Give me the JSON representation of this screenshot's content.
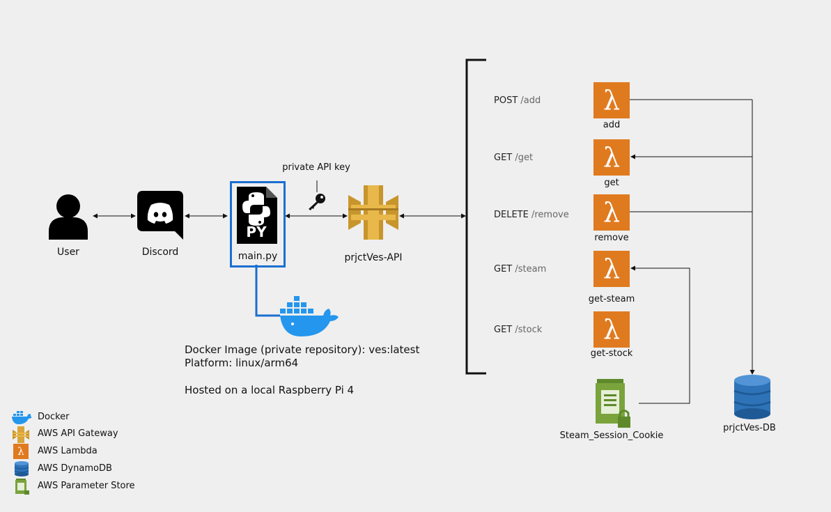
{
  "nodes": {
    "user": "User",
    "discord": "Discord",
    "main": "main.py",
    "api": "prjctVes-API",
    "api_key": "private API key",
    "cookie": "Steam_Session_Cookie",
    "db": "prjctVes-DB"
  },
  "routes": [
    {
      "method": "POST",
      "path": "/add",
      "lambda": "add"
    },
    {
      "method": "GET",
      "path": "/get",
      "lambda": "get"
    },
    {
      "method": "DELETE",
      "path": "/remove",
      "lambda": "remove"
    },
    {
      "method": "GET",
      "path": "/steam",
      "lambda": "get-steam"
    },
    {
      "method": "GET",
      "path": "/stock",
      "lambda": "get-stock"
    }
  ],
  "python_badge": "PY",
  "lambda_symbol": "λ",
  "docker_note": {
    "line1": "Docker Image (private repository): ves:latest",
    "line2": "Platform: linux/arm64",
    "line3": "Hosted on a local Raspberry Pi 4"
  },
  "legend": [
    {
      "icon": "docker-icon",
      "label": "Docker"
    },
    {
      "icon": "api-gateway-icon",
      "label": "AWS API Gateway"
    },
    {
      "icon": "lambda-icon",
      "label": "AWS Lambda"
    },
    {
      "icon": "dynamodb-icon",
      "label": "AWS DynamoDB"
    },
    {
      "icon": "parameter-store-icon",
      "label": "AWS Parameter Store"
    }
  ],
  "colors": {
    "background": "#efefef",
    "lambda": "#e07a1f",
    "api_gateway": "#d9a43a",
    "docker": "#2496ed",
    "dynamodb": "#2e73b8",
    "parameter_store": "#7aa33c",
    "main_box_border": "#1a6fd1"
  }
}
